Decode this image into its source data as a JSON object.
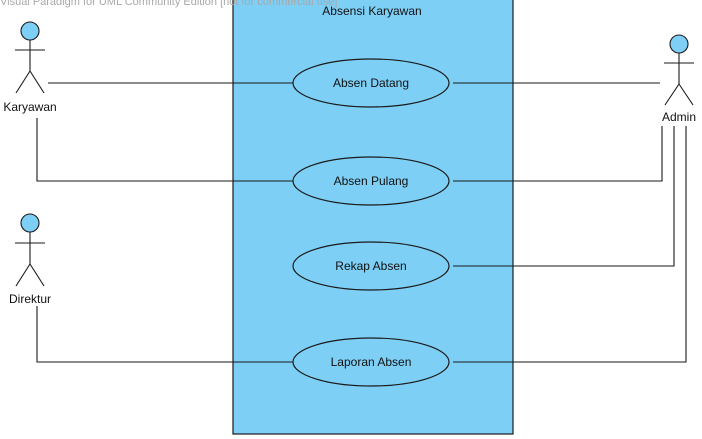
{
  "watermark": "Visual Paradigm for UML Community Edition [not for commercial use]",
  "system": {
    "title": "Absensi Karyawan",
    "fill": "#7ecff5",
    "stroke": "#1a1a1a"
  },
  "actors": {
    "karyawan": {
      "label": "Karyawan"
    },
    "direktur": {
      "label": "Direktur"
    },
    "admin": {
      "label": "Admin"
    }
  },
  "actor_style": {
    "head_fill": "#7ecff5",
    "stroke": "#1a1a1a"
  },
  "use_cases": {
    "absen_datang": "Absen Datang",
    "absen_pulang": "Absen Pulang",
    "rekap_absen": "Rekap Absen",
    "laporan_absen": "Laporan Absen"
  },
  "use_case_style": {
    "fill": "#7ecff5",
    "stroke": "#1a1a1a"
  },
  "associations": [
    {
      "actor": "Karyawan",
      "use_case": "Absen Datang"
    },
    {
      "actor": "Karyawan",
      "use_case": "Absen Pulang"
    },
    {
      "actor": "Direktur",
      "use_case": "Laporan Absen"
    },
    {
      "actor": "Admin",
      "use_case": "Absen Datang"
    },
    {
      "actor": "Admin",
      "use_case": "Absen Pulang"
    },
    {
      "actor": "Admin",
      "use_case": "Rekap Absen"
    },
    {
      "actor": "Admin",
      "use_case": "Laporan Absen"
    }
  ]
}
